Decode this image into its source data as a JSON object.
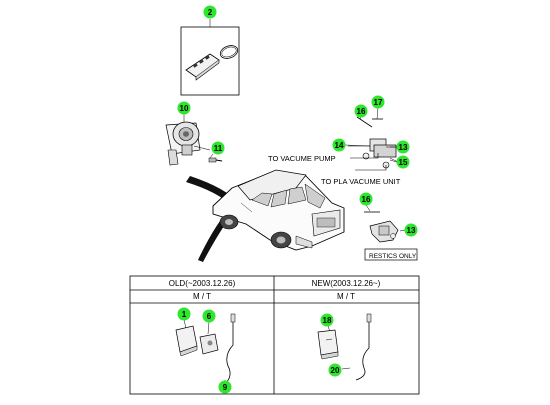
{
  "accent": "#2ee62e",
  "callouts": [
    "2",
    "10",
    "11",
    "16",
    "17",
    "14",
    "13",
    "15",
    "16",
    "13",
    "1",
    "6",
    "9",
    "18",
    "20"
  ],
  "labels": {
    "to_vacume_pump": "TO VACUME PUMP",
    "to_pla_vacume_unit": "TO PLA VACUME UNIT",
    "restics_only": "RESTICS ONLY"
  },
  "table": {
    "col_old": "OLD(~2003.12.26)",
    "col_new": "NEW(2003.12.26~)",
    "sub_old": "M / T",
    "sub_new": "M / T"
  }
}
